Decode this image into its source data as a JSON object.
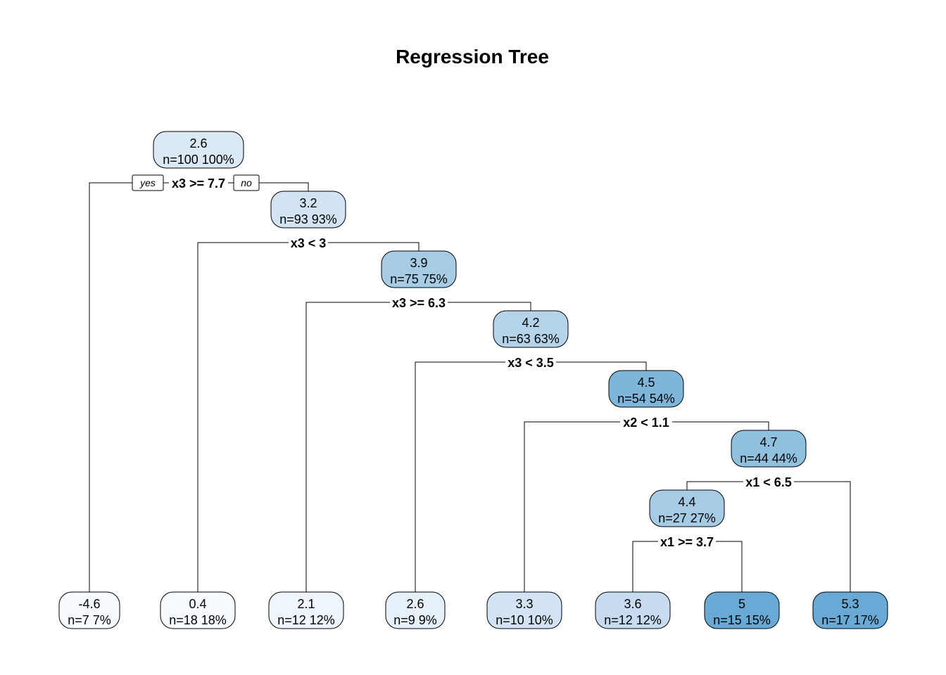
{
  "title": "Regression Tree",
  "yes_label": "yes",
  "no_label": "no",
  "colors": {
    "0": "#f7fbff",
    "1": "#eef5fc",
    "2": "#e6f0f9",
    "3": "#dbe9f6",
    "4": "#d2e4f3",
    "5": "#c6dbef",
    "6": "#b5d3e9",
    "7": "#a5cce4",
    "8": "#8fc0de",
    "9": "#7db6da",
    "10": "#69a9d6"
  },
  "nodes": [
    {
      "id": "n1",
      "value": "2.6",
      "stats": "n=100  100%",
      "shade": 3
    },
    {
      "id": "n3",
      "value": "3.2",
      "stats": "n=93  93%",
      "shade": 4
    },
    {
      "id": "n7",
      "value": "3.9",
      "stats": "n=75  75%",
      "shade": 7
    },
    {
      "id": "n14",
      "value": "4.2",
      "stats": "n=63  63%",
      "shade": 6
    },
    {
      "id": "n29",
      "value": "4.5",
      "stats": "n=54  54%",
      "shade": 9
    },
    {
      "id": "n59",
      "value": "4.7",
      "stats": "n=44  44%",
      "shade": 8
    },
    {
      "id": "n118",
      "value": "4.4",
      "stats": "n=27  27%",
      "shade": 7
    },
    {
      "id": "l2",
      "value": "-4.6",
      "stats": "n=7  7%",
      "shade": 0
    },
    {
      "id": "l6",
      "value": "0.4",
      "stats": "n=18  18%",
      "shade": 0
    },
    {
      "id": "l15",
      "value": "2.1",
      "stats": "n=12  12%",
      "shade": 1
    },
    {
      "id": "l28",
      "value": "2.6",
      "stats": "n=9  9%",
      "shade": 2
    },
    {
      "id": "l58",
      "value": "3.3",
      "stats": "n=10  10%",
      "shade": 4
    },
    {
      "id": "l236",
      "value": "3.6",
      "stats": "n=12  12%",
      "shade": 5
    },
    {
      "id": "l237",
      "value": "5",
      "stats": "n=15  15%",
      "shade": 10
    },
    {
      "id": "l119",
      "value": "5.3",
      "stats": "n=17  17%",
      "shade": 10
    }
  ],
  "splits": [
    {
      "parent": "n1",
      "label": "x3 >= 7.7",
      "left": "l2",
      "right": "n3"
    },
    {
      "parent": "n3",
      "label": "x3 < 3",
      "left": "l6",
      "right": "n7"
    },
    {
      "parent": "n7",
      "label": "x3 >= 6.3",
      "left": "l15",
      "right": "n14"
    },
    {
      "parent": "n14",
      "label": "x3 < 3.5",
      "left": "l28",
      "right": "n29"
    },
    {
      "parent": "n29",
      "label": "x2 < 1.1",
      "left": "l58",
      "right": "n59"
    },
    {
      "parent": "n59",
      "label": "x1 < 6.5",
      "left": "n118",
      "right": "l119"
    },
    {
      "parent": "n118",
      "label": "x1 >= 3.7",
      "left": "l236",
      "right": "l237"
    }
  ]
}
